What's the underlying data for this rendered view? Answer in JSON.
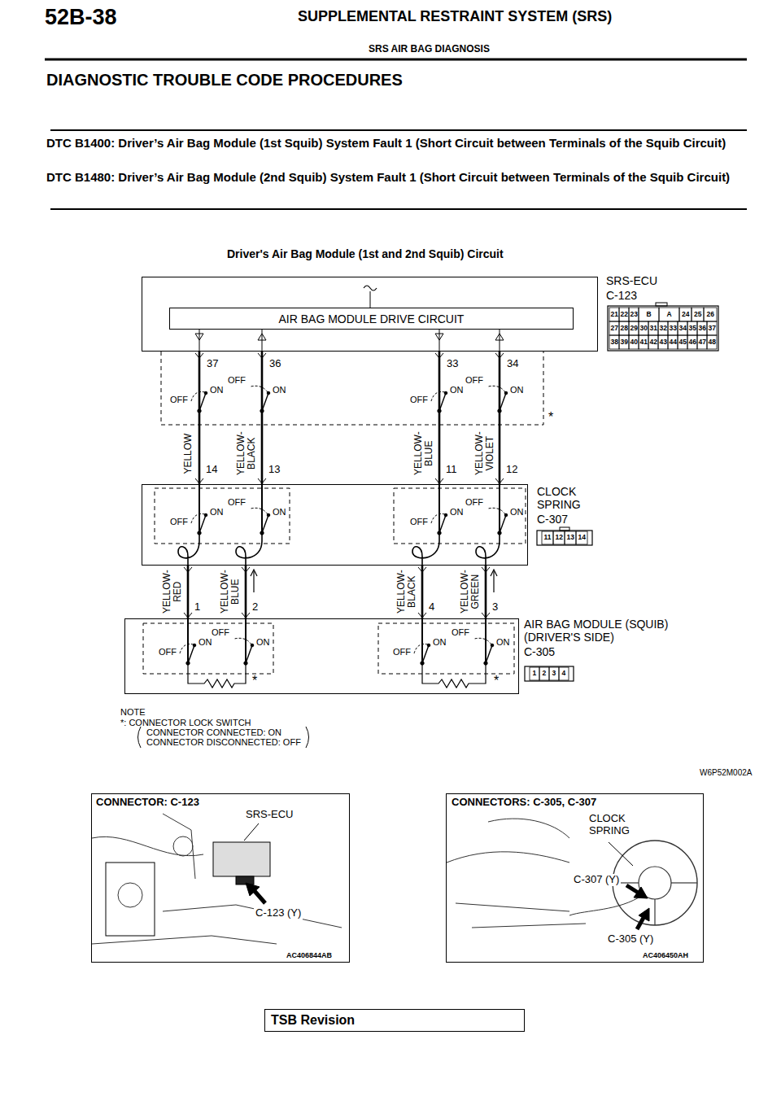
{
  "diagram": {
    "title": "Driver's Air Bag Module (1st and 2nd Squib) Circuit",
    "nodes": [
      {
        "text": [
          "SRS-ECU",
          "C-123"
        ]
      },
      {
        "text": [
          "AIR BAG MODULE DRIVE CIRCUIT"
        ],
        "in": 0
      },
      {
        "text": [
          "CLOCK SPRING",
          "C-307"
        ]
      },
      {
        "text": [
          "AIR BAG MODULE (SQUIB) (DRIVER'S SIDE)",
          "C-305"
        ]
      },
      {
        "text": [
          "CONNECTOR: C-123"
        ]
      },
      {
        "text": [
          "CONNECTORS: C-305, C-307"
        ]
      },
      {
        "text": [
          "TSB Revision"
        ]
      }
    ],
    "edges": [
      {
        "from": 0,
        "to": 2,
        "arrow": "none"
      },
      {
        "from": 0,
        "to": 2,
        "arrow": "none"
      },
      {
        "from": 0,
        "to": 2,
        "arrow": "none"
      },
      {
        "from": 0,
        "to": 2,
        "arrow": "none"
      },
      {
        "from": 2,
        "to": 3,
        "arrow": "none"
      },
      {
        "from": 2,
        "to": 3,
        "arrow": "none"
      },
      {
        "from": 2,
        "to": 3,
        "arrow": "none"
      },
      {
        "from": 2,
        "to": 3,
        "arrow": "none"
      }
    ],
    "labels": [
      "52B-38",
      "SUPPLEMENTAL RESTRAINT SYSTEM (SRS)",
      "SRS AIR BAG DIAGNOSIS",
      "DIAGNOSTIC TROUBLE CODE PROCEDURES",
      "DTC B1400: Driver’s Air Bag Module (1st Squib) System Fault 1 (Short Circuit between Terminals of the Squib Circuit)",
      "DTC B1480: Driver’s Air Bag Module (2nd Squib) System Fault 1 (Short Circuit between Terminals of the Squib Circuit)",
      "37",
      "36",
      "33",
      "34",
      "OFF",
      "OFF",
      "ON",
      "ON",
      "OFF",
      "OFF",
      "ON",
      "ON",
      "*",
      "YELLOW",
      "YELLOW- BLACK",
      "YELLOW- BLUE",
      "YELLOW- VIOLET",
      "14",
      "13",
      "11",
      "12",
      "OFF",
      "OFF",
      "ON",
      "ON",
      "OFF",
      "OFF",
      "ON",
      "ON",
      "11",
      "12",
      "13",
      "14",
      "YELLOW- RED",
      "YELLOW- BLUE",
      "YELLOW- BLACK",
      "YELLOW- GREEN",
      "1",
      "2",
      "4",
      "3",
      "OFF",
      "OFF",
      "ON",
      "ON",
      "OFF",
      "OFF",
      "ON",
      "ON",
      "*",
      "*",
      "1",
      "2",
      "3",
      "4",
      "NOTE",
      "*: CONNECTOR LOCK SWITCH",
      "CONNECTOR CONNECTED: ON",
      "CONNECTOR DISCONNECTED: OFF",
      "W6P52M002A",
      "21",
      "22",
      "23",
      "B",
      "A",
      "24",
      "25",
      "26",
      "27",
      "28",
      "29",
      "30",
      "31",
      "32",
      "33",
      "34",
      "35",
      "36",
      "37",
      "38",
      "39",
      "40",
      "41",
      "42",
      "43",
      "44",
      "45",
      "46",
      "47",
      "48",
      "SRS-ECU",
      "C-123 (Y)",
      "AC406844AB",
      "CLOCK SPRING",
      "C-307 (Y)",
      "C-305 (Y)",
      "AC406450AH"
    ]
  }
}
